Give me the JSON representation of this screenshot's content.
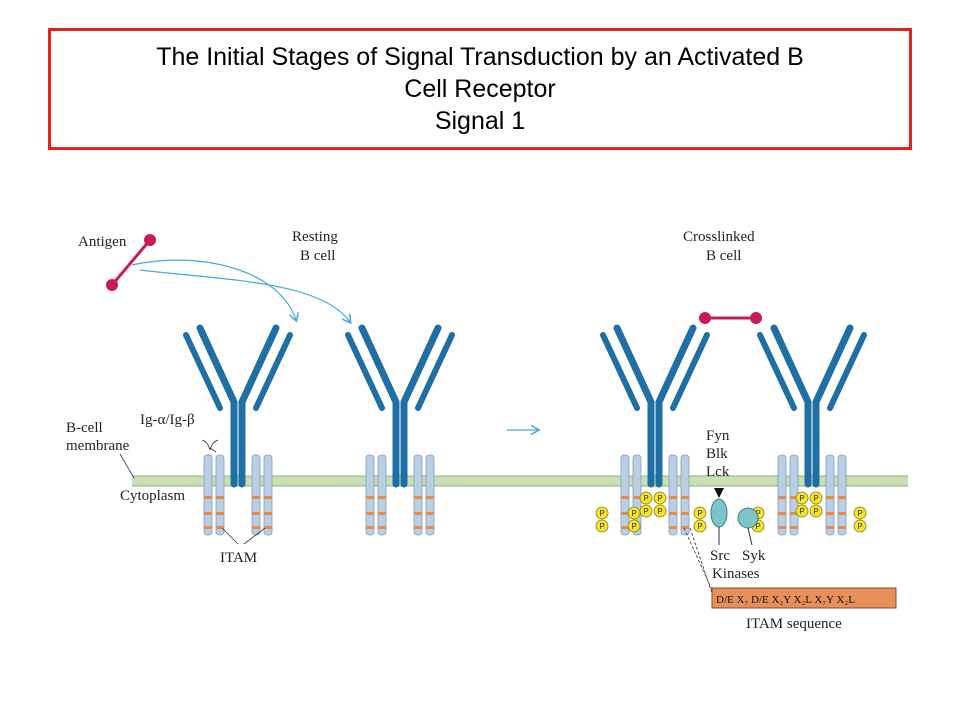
{
  "title": {
    "line1": "The Initial Stages of Signal Transduction by an Activated B",
    "line2": "Cell Receptor",
    "line3": "Signal 1"
  },
  "labels": {
    "antigen": "Antigen",
    "resting_1": "Resting",
    "resting_2": "B cell",
    "crosslinked_1": "Crosslinked",
    "crosslinked_2": "B cell",
    "ig_alpha_beta": "Ig-α/Ig-β",
    "bcell_membrane_1": "B-cell",
    "bcell_membrane_2": "membrane",
    "cytoplasm": "Cytoplasm",
    "itam": "ITAM",
    "fyn": "Fyn",
    "blk": "Blk",
    "lck": "Lck",
    "src": "Src",
    "syk": "Syk",
    "kinases": "Kinases",
    "itam_sequence": "ITAM sequence",
    "itam_seq_text": "D/E X₇ D/E X₂Y X₂L X₇Y X₂L",
    "phospho": "P"
  },
  "colors": {
    "title_border": "#e2231a",
    "antibody": "#1f6fa5",
    "antigen": "#c8195c",
    "membrane": "#c8e0b4",
    "igab_chain": "#b9cfe6",
    "itam_stripe": "#e88a4a",
    "phospho": "#f2e52a",
    "arrow": "#4aa8d8",
    "src_kinase": "#7ec4c8",
    "itam_box": "#e8905a"
  }
}
